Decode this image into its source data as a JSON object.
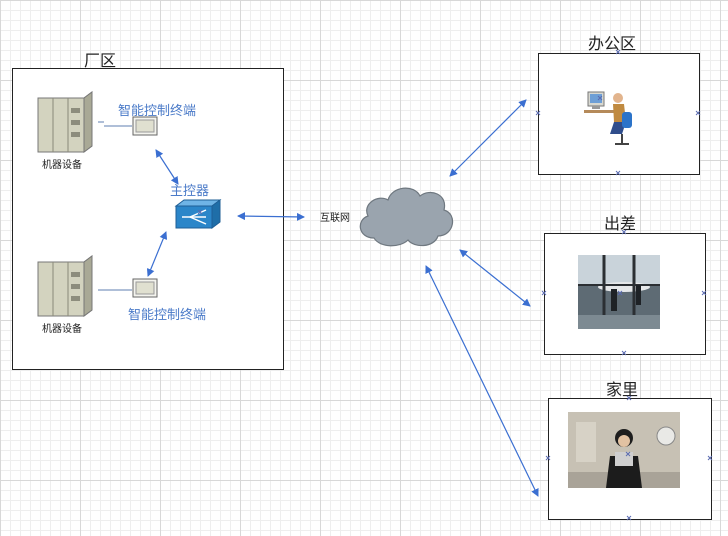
{
  "factory": {
    "title": "厂区"
  },
  "office": {
    "title": "办公区"
  },
  "travel": {
    "title": "出差"
  },
  "home": {
    "title": "家里"
  },
  "machine_top": {
    "label": "机器设备"
  },
  "machine_bottom": {
    "label": "机器设备"
  },
  "terminal_top": {
    "label": "智能控制终端"
  },
  "terminal_bottom": {
    "label": "智能控制终端"
  },
  "controller": {
    "label": "主控器"
  },
  "internet": {
    "label": "互联网"
  },
  "colors": {
    "connector": "#3b6fd1",
    "label_blue": "#4a7ac8",
    "controller": "#2b86c9",
    "cloud": "#9aa4ae"
  }
}
